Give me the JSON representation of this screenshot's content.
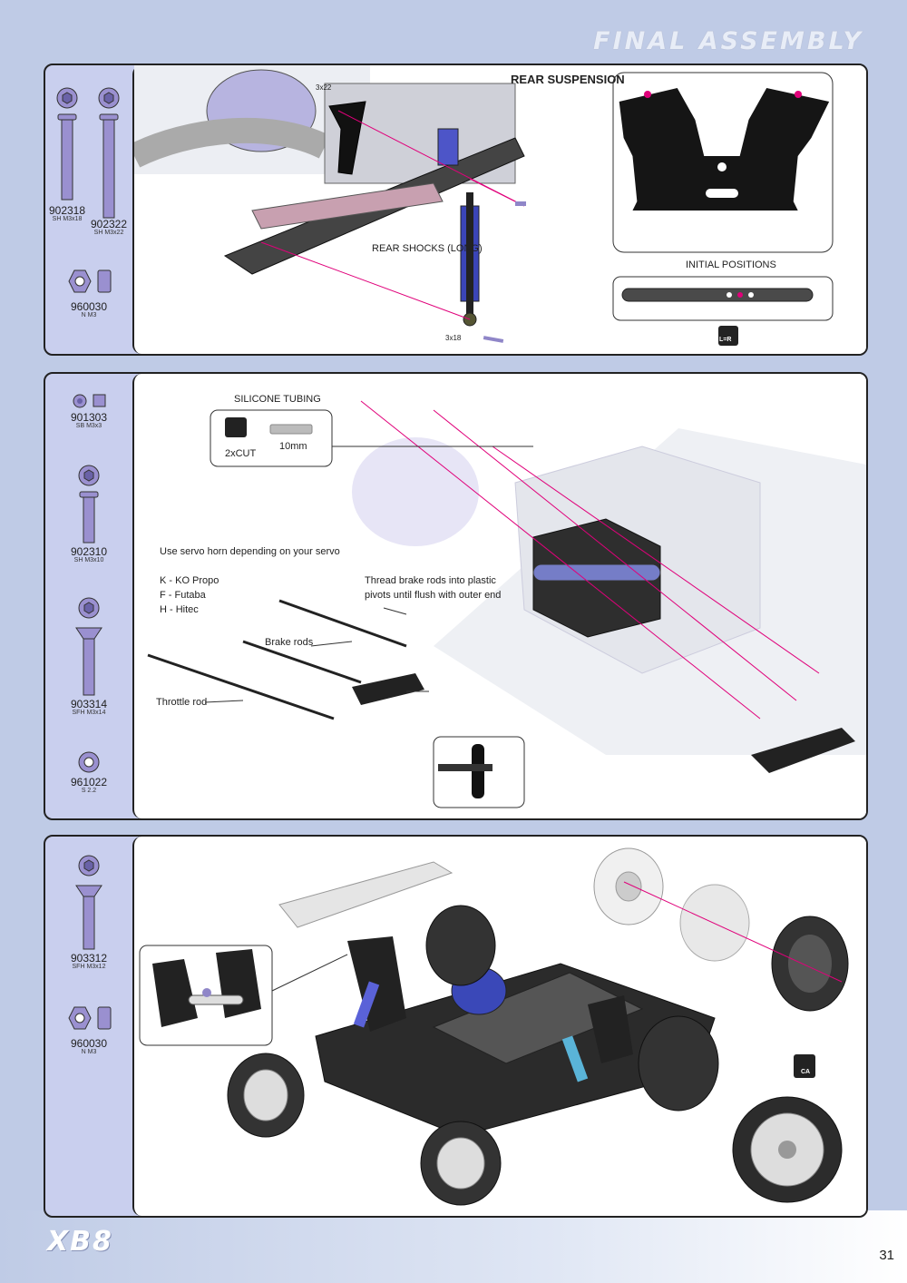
{
  "header": {
    "title": "FINAL ASSEMBLY"
  },
  "panel1": {
    "parts": [
      {
        "code": "902318",
        "sub": "SH M3x18"
      },
      {
        "code": "902322",
        "sub": "SH M3x22"
      },
      {
        "code": "960030",
        "sub": "N M3"
      }
    ],
    "title": "REAR SUSPENSION",
    "labels": {
      "screw_top": "3x22",
      "shocks": "REAR SHOCKS (LONG)",
      "screw_bottom": "3x18",
      "initial": "INITIAL POSITIONS",
      "lr_icon": "L=R"
    }
  },
  "panel2": {
    "parts": [
      {
        "code": "901303",
        "sub": "SB M3x3"
      },
      {
        "code": "902310",
        "sub": "SH M3x10"
      },
      {
        "code": "903314",
        "sub": "SFH M3x14"
      },
      {
        "code": "961022",
        "sub": "S 2.2"
      }
    ],
    "labels": {
      "silicone": "SILICONE TUBING",
      "cut": "2xCUT",
      "length": "10mm",
      "servo_note": "Use servo horn depending on your servo",
      "ko": "K - KO Propo",
      "futaba": "F - Futaba",
      "hitec": "H - Hitec",
      "thread_note_1": "Thread brake rods into plastic",
      "thread_note_2": "pivots until flush with outer end",
      "brake_rods": "Brake rods",
      "throttle_rod": "Throttle rod"
    }
  },
  "panel3": {
    "parts": [
      {
        "code": "903312",
        "sub": "SFH M3x12"
      },
      {
        "code": "960030",
        "sub": "N M3"
      }
    ],
    "labels": {
      "ca_icon": "CA"
    }
  },
  "footer": {
    "logo": "XB8",
    "page": "31"
  },
  "colors": {
    "accent": "#e0007a",
    "parts_bg": "#c9cfee",
    "metal": "#8f86c8",
    "page_bg": "#bfcbe6"
  }
}
